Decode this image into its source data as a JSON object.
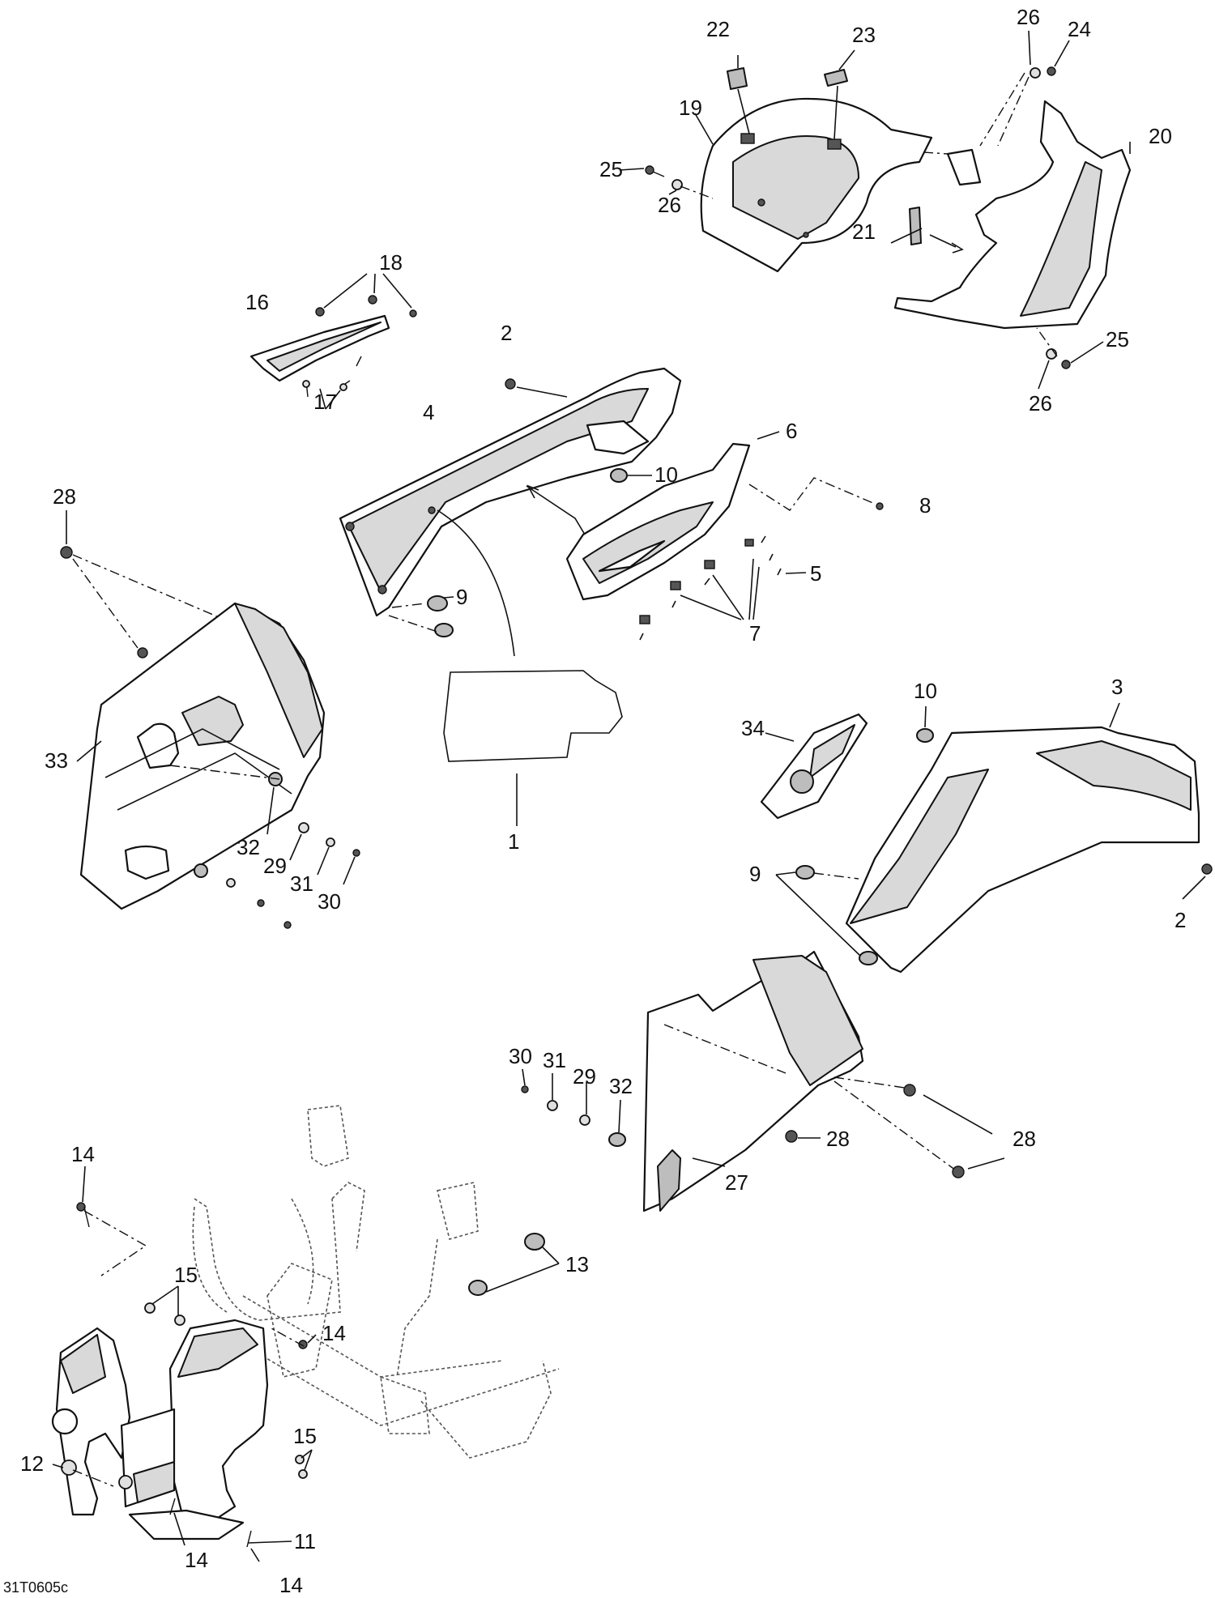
{
  "drawing_code": "31T0605c",
  "callouts": {
    "c1": "1",
    "c2a": "2",
    "c2b": "2",
    "c3": "3",
    "c4": "4",
    "c5": "5",
    "c6": "6",
    "c7": "7",
    "c8": "8",
    "c9a": "9",
    "c9b": "9",
    "c10a": "10",
    "c10b": "10",
    "c11": "11",
    "c12": "12",
    "c13": "13",
    "c14a": "14",
    "c14b": "14",
    "c14c": "14",
    "c14d": "14",
    "c15a": "15",
    "c15b": "15",
    "c16": "16",
    "c17": "17",
    "c18": "18",
    "c19": "19",
    "c20": "20",
    "c21": "21",
    "c22": "22",
    "c23": "23",
    "c24": "24",
    "c25a": "25",
    "c25b": "25",
    "c26a": "26",
    "c26b": "26",
    "c26c": "26",
    "c27": "27",
    "c28a": "28",
    "c28b": "28",
    "c28c": "28",
    "c29a": "29",
    "c29b": "29",
    "c30a": "30",
    "c30b": "30",
    "c31a": "31",
    "c31b": "31",
    "c32a": "32",
    "c32b": "32",
    "c33": "33",
    "c34": "34"
  }
}
